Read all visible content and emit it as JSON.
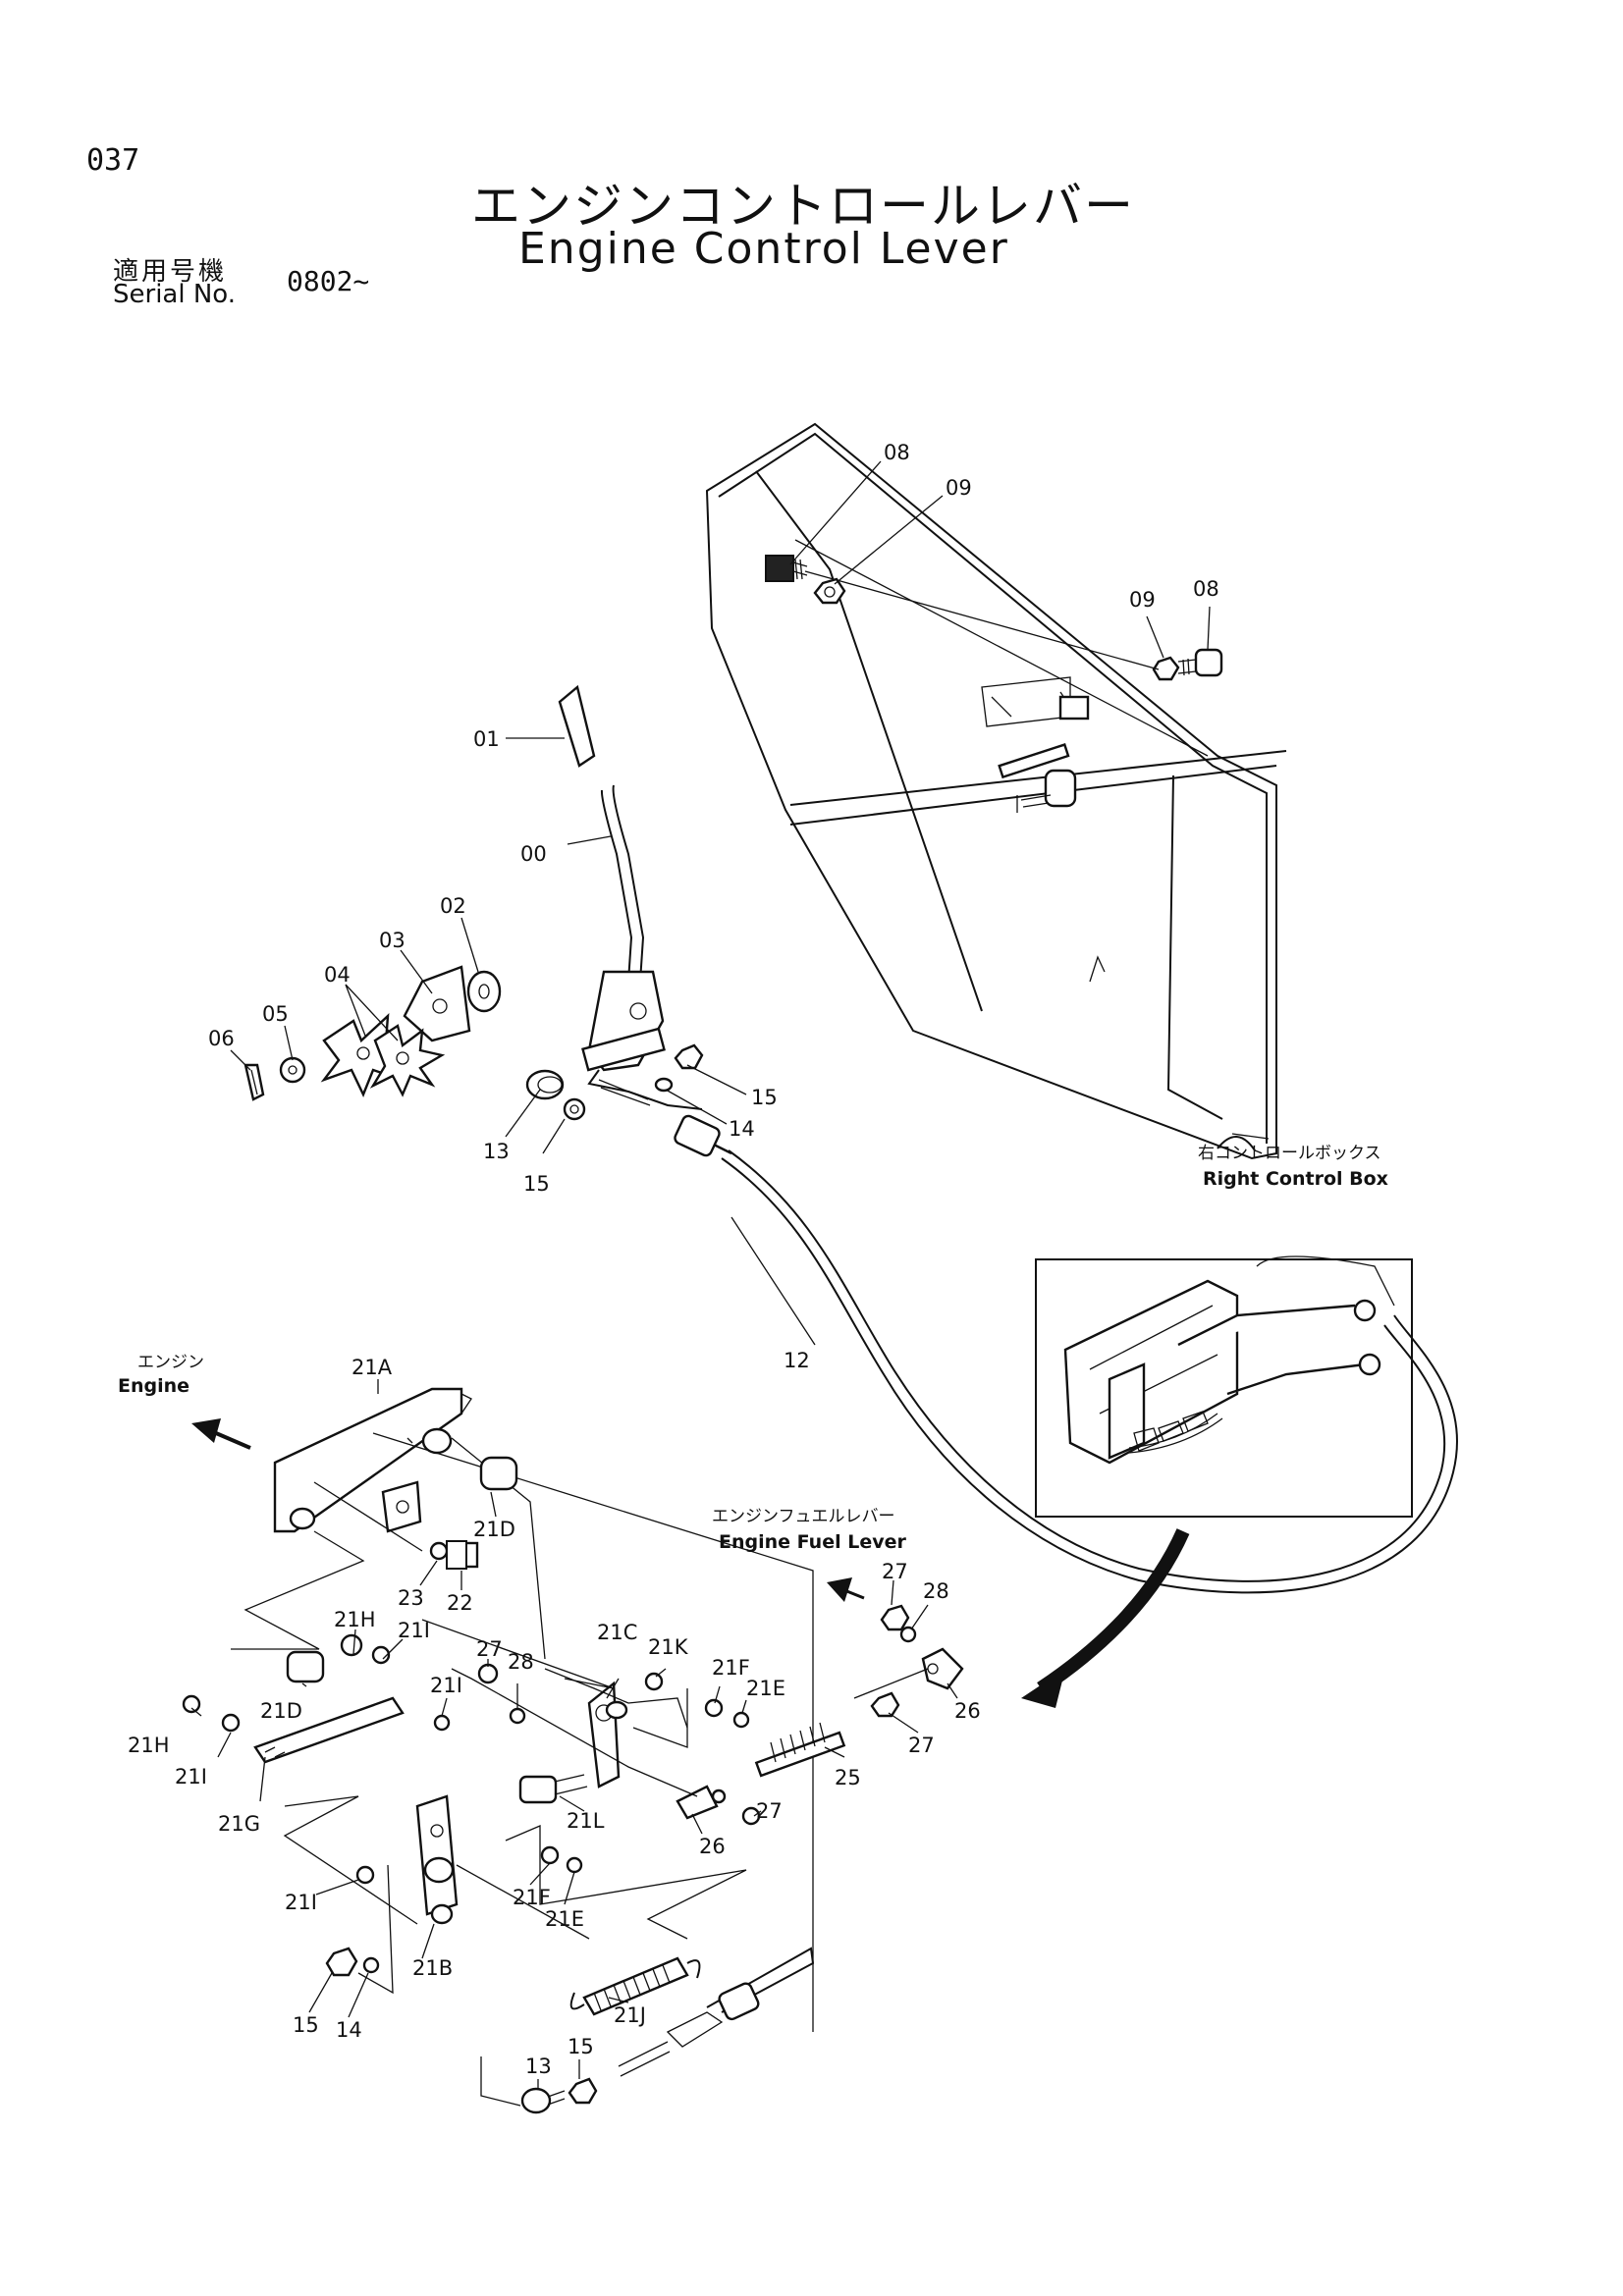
{
  "header": {
    "page_number": "037",
    "title_jp": "エンジンコントロールレバー",
    "title_en": "Engine Control Lever",
    "serial_label_jp": "適用号機",
    "serial_label_en": "Serial No.",
    "serial_value": "0802~"
  },
  "captions": {
    "right_control_box_jp": "右コントロールボックス",
    "right_control_box_en": "Right Control Box",
    "engine_jp": "エンジン",
    "engine_en": "Engine",
    "fuel_lever_jp": "エンジンフュエルレバー",
    "fuel_lever_en": "Engine Fuel Lever"
  },
  "callouts": [
    "08",
    "09",
    "09",
    "08",
    "01",
    "00",
    "02",
    "03",
    "04",
    "05",
    "06",
    "13",
    "15",
    "15",
    "14",
    "12",
    "21A",
    "21D",
    "23",
    "22",
    "21H",
    "21I",
    "21I",
    "21D",
    "21H",
    "21I",
    "21G",
    "27",
    "28",
    "21C",
    "21K",
    "21F",
    "21E",
    "21L",
    "26",
    "27",
    "25",
    "27",
    "28",
    "26",
    "27",
    "21F",
    "21E",
    "21I",
    "21B",
    "21J",
    "15",
    "14",
    "13",
    "15"
  ]
}
